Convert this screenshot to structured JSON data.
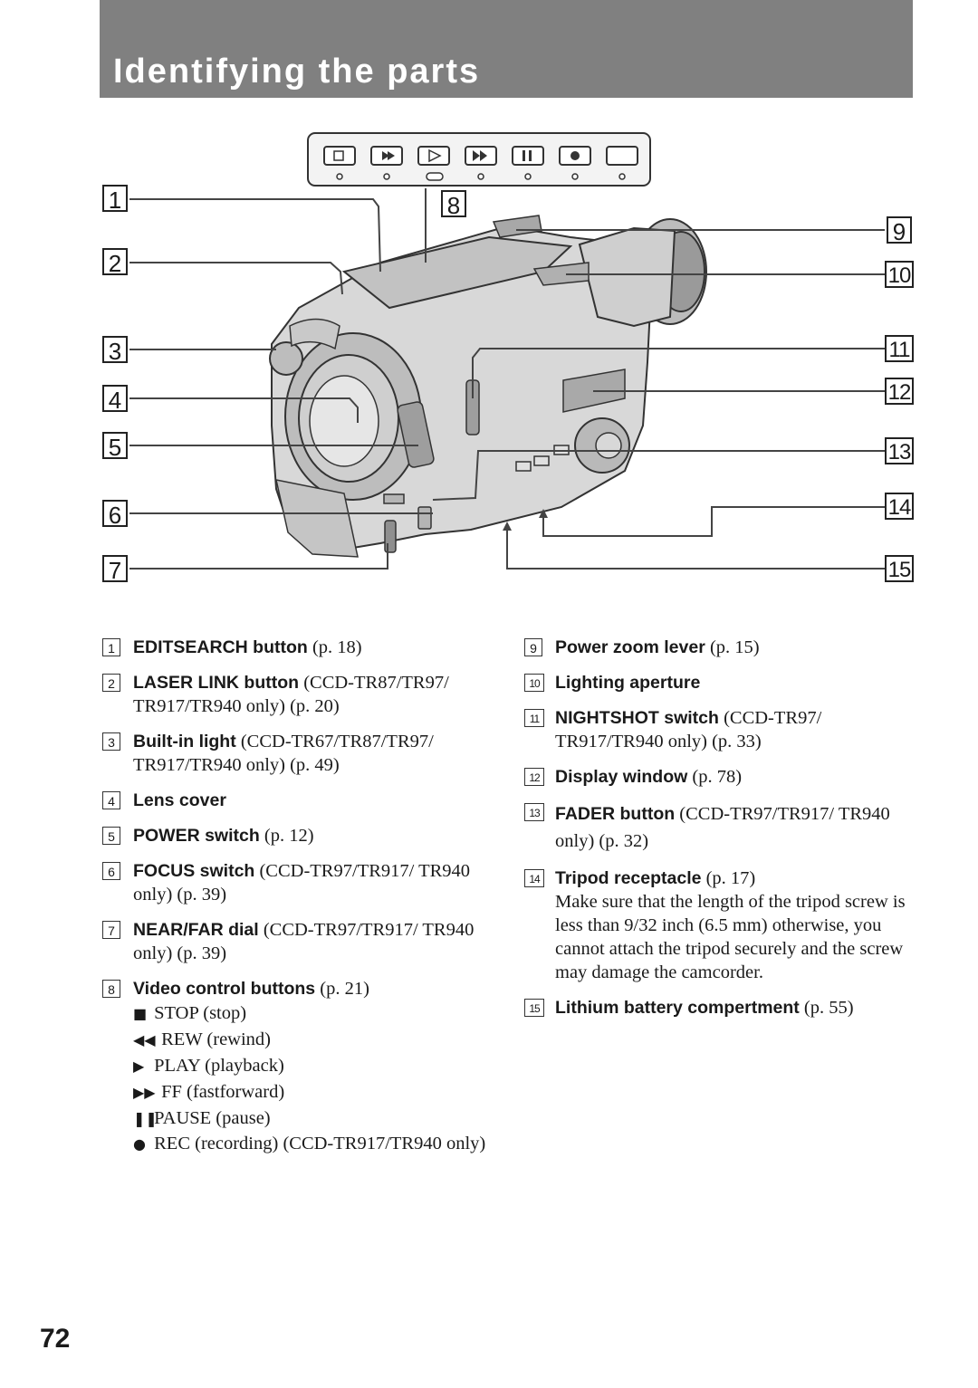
{
  "header": {
    "title": "Identifying the parts"
  },
  "callouts": [
    "1",
    "2",
    "3",
    "4",
    "5",
    "6",
    "7",
    "8",
    "9",
    "10",
    "11",
    "12",
    "13",
    "14",
    "15"
  ],
  "left_items": [
    {
      "num": "1",
      "label": "EDITSEARCH button",
      "note": "(p. 18)"
    },
    {
      "num": "2",
      "label": "LASER LINK button",
      "note": "(CCD-TR87/TR97/ TR917/TR940 only) (p. 20)"
    },
    {
      "num": "3",
      "label": "Built-in light",
      "note": "(CCD-TR67/TR87/TR97/ TR917/TR940 only) (p. 49)"
    },
    {
      "num": "4",
      "label": "Lens cover",
      "note": ""
    },
    {
      "num": "5",
      "label": "POWER switch",
      "note": "(p. 12)"
    },
    {
      "num": "6",
      "label": "FOCUS switch",
      "note": "(CCD-TR97/TR917/ TR940 only) (p. 39)"
    },
    {
      "num": "7",
      "label": "NEAR/FAR dial",
      "note": "(CCD-TR97/TR917/ TR940 only) (p. 39)"
    },
    {
      "num": "8",
      "label": "Video control buttons",
      "note": "(p. 21)"
    }
  ],
  "video_buttons": [
    {
      "icon": "stop-icon",
      "glyph": "■",
      "text": "STOP (stop)"
    },
    {
      "icon": "rewind-icon",
      "glyph": "◀◀",
      "text": "REW (rewind)"
    },
    {
      "icon": "play-icon",
      "glyph": "▶",
      "text": "PLAY (playback)"
    },
    {
      "icon": "fastforward-icon",
      "glyph": "▶▶",
      "text": "FF (fastforward)"
    },
    {
      "icon": "pause-icon",
      "glyph": "❚❚",
      "text": "PAUSE (pause)"
    },
    {
      "icon": "record-icon",
      "glyph": "●",
      "text": "REC (recording) (CCD-TR917/TR940 only)"
    }
  ],
  "right_items": [
    {
      "num": "9",
      "label": "Power zoom lever",
      "note": "(p. 15)"
    },
    {
      "num": "10",
      "label": "Lighting aperture",
      "note": ""
    },
    {
      "num": "11",
      "label": "NIGHTSHOT switch",
      "note": "(CCD-TR97/ TR917/TR940 only) (p. 33)"
    },
    {
      "num": "12",
      "label": "Display window",
      "note": "(p. 78)"
    },
    {
      "num": "13",
      "label": "FADER button",
      "note": "(CCD-TR97/TR917/ TR940 only) (p. 32)"
    },
    {
      "num": "14",
      "label": "Tripod receptacle",
      "note": "(p. 17)",
      "extra": "Make sure that the length of the tripod screw is less than 9/32 inch (6.5 mm) otherwise, you cannot attach the tripod securely and the screw may damage the camcorder."
    },
    {
      "num": "15",
      "label": "Lithium battery compertment",
      "note": "(p. 55)"
    }
  ],
  "page_number": "72"
}
